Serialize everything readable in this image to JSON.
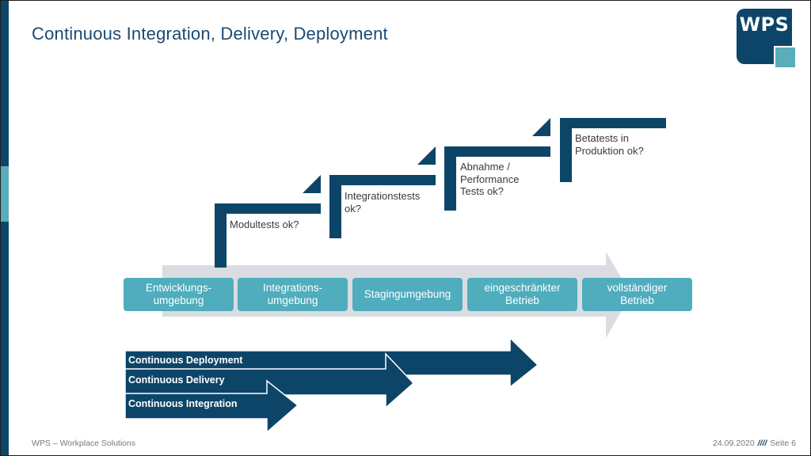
{
  "slide": {
    "title": "Continuous Integration, Delivery, Deployment",
    "logo_text": "WPS"
  },
  "stages": [
    "Entwicklungs-\numgebung",
    "Integrations-\numgebung",
    "Stagingumgebung",
    "eingeschränkter\nBetrieb",
    "vollständiger\nBetrieb"
  ],
  "steps": [
    "Modultests ok?",
    "Integrationstests\nok?",
    "Abnahme /\nPerformance\nTests ok?",
    "Betatests in\nProduktion ok?"
  ],
  "pipelines": {
    "deployment": "Continuous Deployment",
    "delivery": "Continuous Delivery",
    "integration": "Continuous Integration"
  },
  "footer": {
    "left": "WPS – Workplace Solutions",
    "date": "24.09.2020",
    "separator": "////",
    "page": "Seite 6"
  },
  "colors": {
    "navy": "#0d4569",
    "teal": "#4fadbd",
    "arrow_gray": "#d9dde2",
    "title": "#1a4a74"
  }
}
